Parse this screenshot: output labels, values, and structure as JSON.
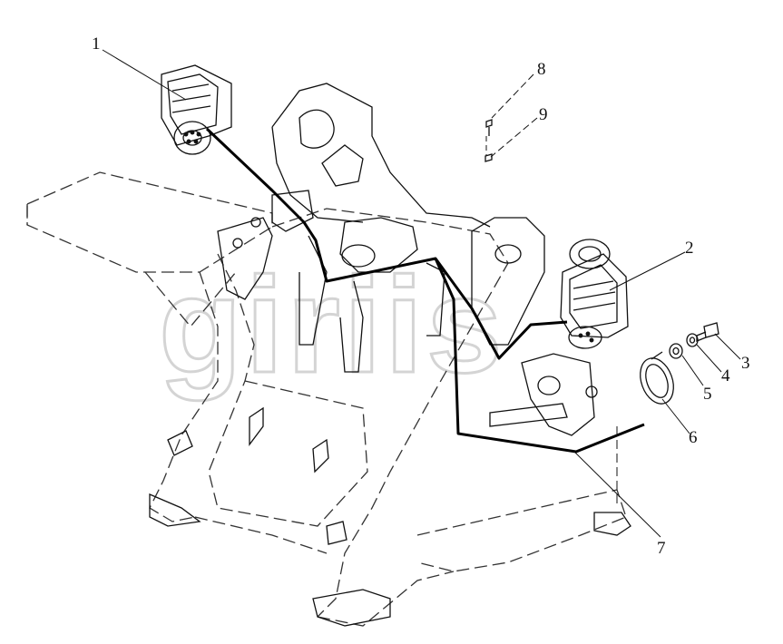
{
  "watermark": "giriis",
  "callouts": {
    "c1": "1",
    "c2": "2",
    "c3": "3",
    "c4": "4",
    "c5": "5",
    "c6": "6",
    "c7": "7",
    "c8": "8",
    "c9": "9"
  },
  "colors": {
    "line": "#111111",
    "hidden_line": "#333333",
    "harness": "#000000",
    "watermark": "#d4d4d4",
    "background": "#ffffff"
  }
}
